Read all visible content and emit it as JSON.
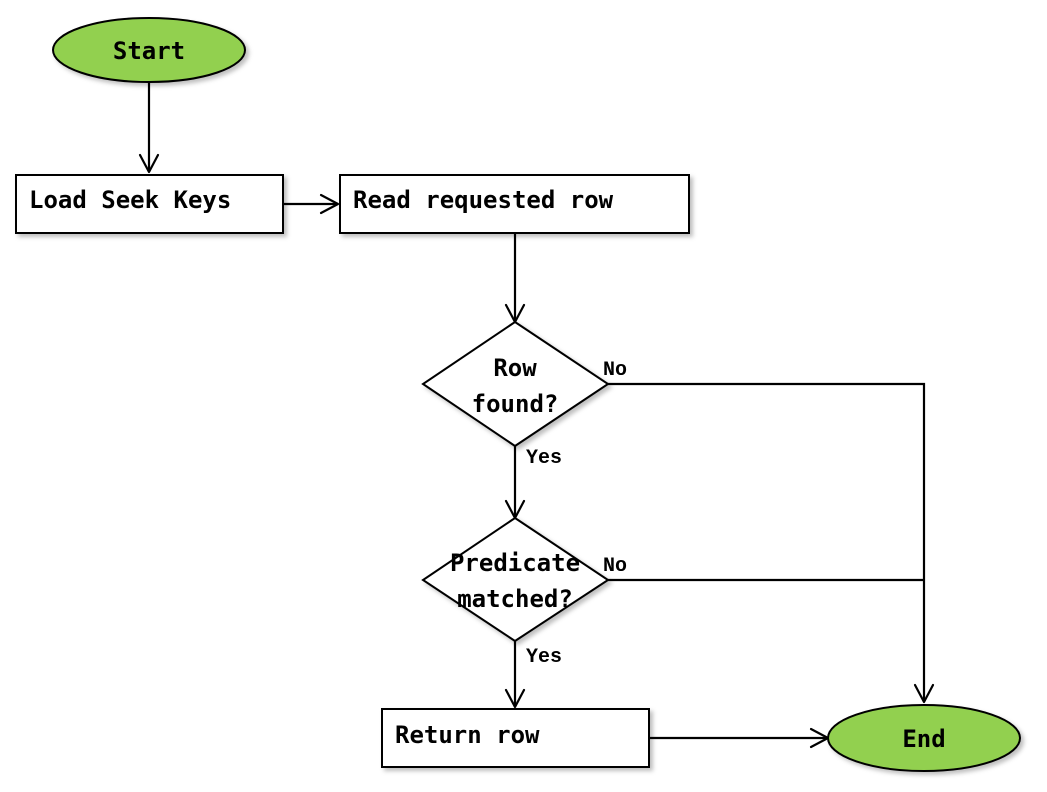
{
  "colors": {
    "terminal_fill": "#92d050",
    "stroke": "#000000",
    "background": "#ffffff"
  },
  "nodes": {
    "start": "Start",
    "load_seek_keys": "Load Seek Keys",
    "read_requested_row": "Read requested row",
    "row_found": [
      "Row",
      "found?"
    ],
    "predicate_matched": [
      "Predicate",
      "matched?"
    ],
    "return_row": "Return row",
    "end": "End"
  },
  "edge_labels": {
    "row_found_no": "No",
    "row_found_yes": "Yes",
    "predicate_no": "No",
    "predicate_yes": "Yes"
  }
}
